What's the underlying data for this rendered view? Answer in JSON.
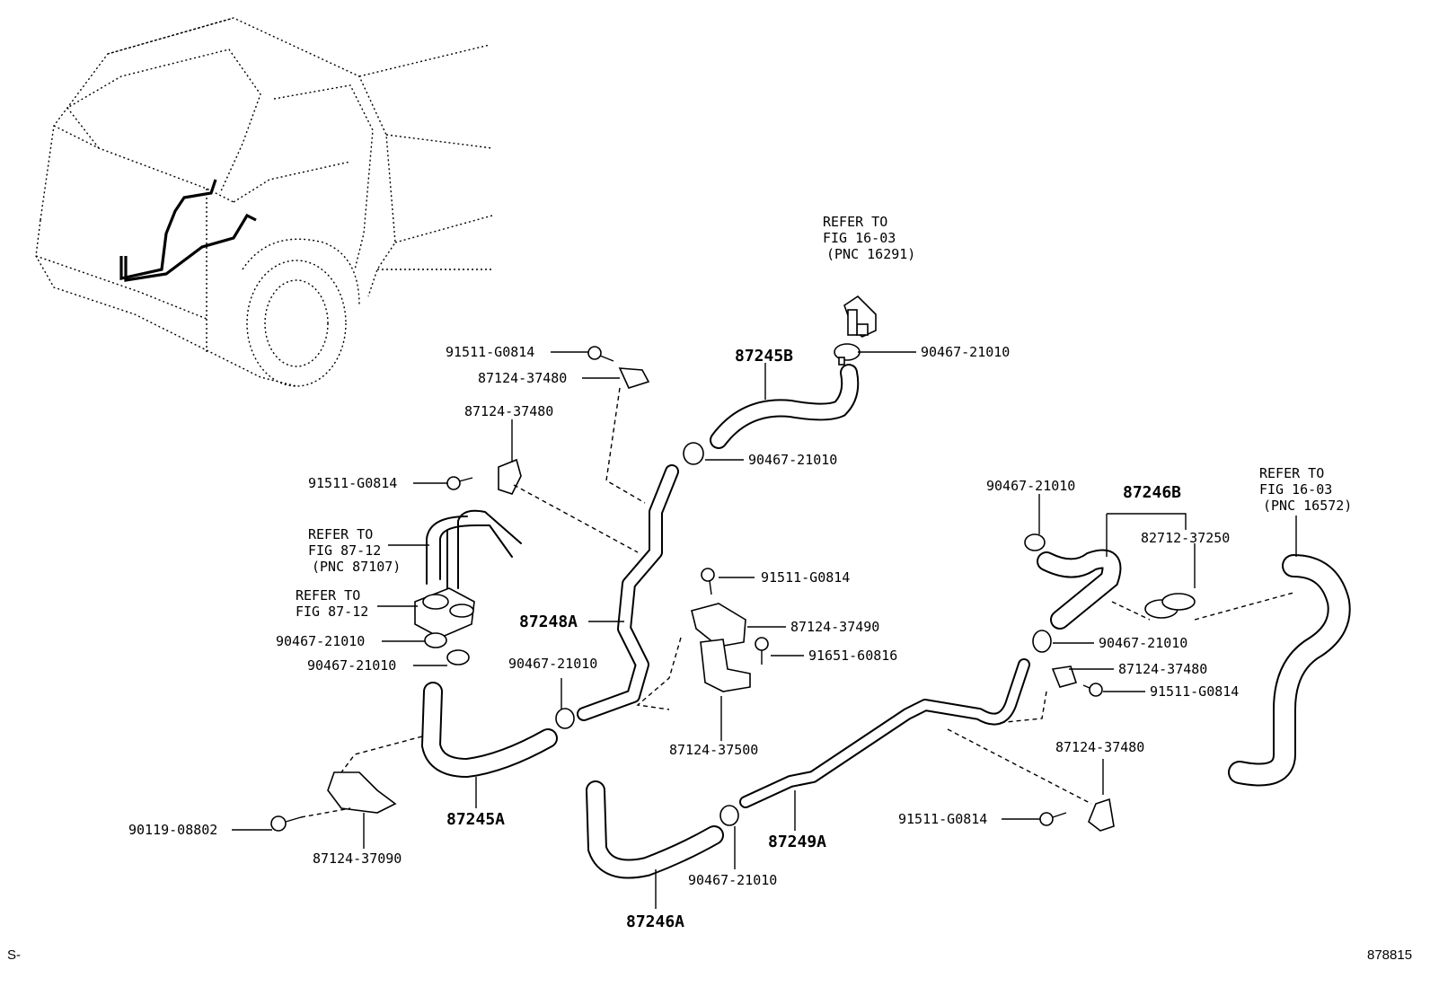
{
  "labels": [
    {
      "id": "refer-top-1",
      "text": "REFER TO"
    },
    {
      "id": "refer-top-2",
      "text": "FIG 16-03"
    },
    {
      "id": "refer-top-3",
      "text": "(PNC 16291)"
    },
    {
      "id": "refer-right-1",
      "text": "REFER TO"
    },
    {
      "id": "refer-right-2",
      "text": "FIG 16-03"
    },
    {
      "id": "refer-right-3",
      "text": "(PNC 16572)"
    },
    {
      "id": "refer-mid-1",
      "text": "REFER TO"
    },
    {
      "id": "refer-mid-2",
      "text": "FIG 87-12"
    },
    {
      "id": "refer-mid-3",
      "text": "(PNC 87107)"
    },
    {
      "id": "refer-low-1",
      "text": "REFER TO"
    },
    {
      "id": "refer-low-2",
      "text": "FIG 87-12"
    },
    {
      "id": "pn-91511-a",
      "text": "91511-G0814"
    },
    {
      "id": "pn-87124-37480-a",
      "text": "87124-37480"
    },
    {
      "id": "pn-87245b",
      "text": "87245B"
    },
    {
      "id": "pn-90467-a",
      "text": "90467-21010"
    },
    {
      "id": "pn-87124-37480-b",
      "text": "87124-37480"
    },
    {
      "id": "pn-91511-b",
      "text": "91511-G0814"
    },
    {
      "id": "pn-90467-b",
      "text": "90467-21010"
    },
    {
      "id": "pn-90467-c",
      "text": "90467-21010"
    },
    {
      "id": "pn-87246b",
      "text": "87246B"
    },
    {
      "id": "pn-82712",
      "text": "82712-37250"
    },
    {
      "id": "pn-91511-c",
      "text": "91511-G0814"
    },
    {
      "id": "pn-87248a",
      "text": "87248A"
    },
    {
      "id": "pn-87124-37490",
      "text": "87124-37490"
    },
    {
      "id": "pn-90467-d",
      "text": "90467-21010"
    },
    {
      "id": "pn-90467-e",
      "text": "90467-21010"
    },
    {
      "id": "pn-91651",
      "text": "91651-60816"
    },
    {
      "id": "pn-90467-f",
      "text": "90467-21010"
    },
    {
      "id": "pn-90467-g",
      "text": "90467-21010"
    },
    {
      "id": "pn-87124-37480-c",
      "text": "87124-37480"
    },
    {
      "id": "pn-91511-d",
      "text": "91511-G0814"
    },
    {
      "id": "pn-87124-37500",
      "text": "87124-37500"
    },
    {
      "id": "pn-87124-37480-d",
      "text": "87124-37480"
    },
    {
      "id": "pn-87245a",
      "text": "87245A"
    },
    {
      "id": "pn-90119",
      "text": "90119-08802"
    },
    {
      "id": "pn-87124-37090",
      "text": "87124-37090"
    },
    {
      "id": "pn-91511-e",
      "text": "91511-G0814"
    },
    {
      "id": "pn-87249a",
      "text": "87249A"
    },
    {
      "id": "pn-90467-h",
      "text": "90467-21010"
    },
    {
      "id": "pn-87246a",
      "text": "87246A"
    }
  ],
  "corner": {
    "left": "S-",
    "right": "878815"
  }
}
